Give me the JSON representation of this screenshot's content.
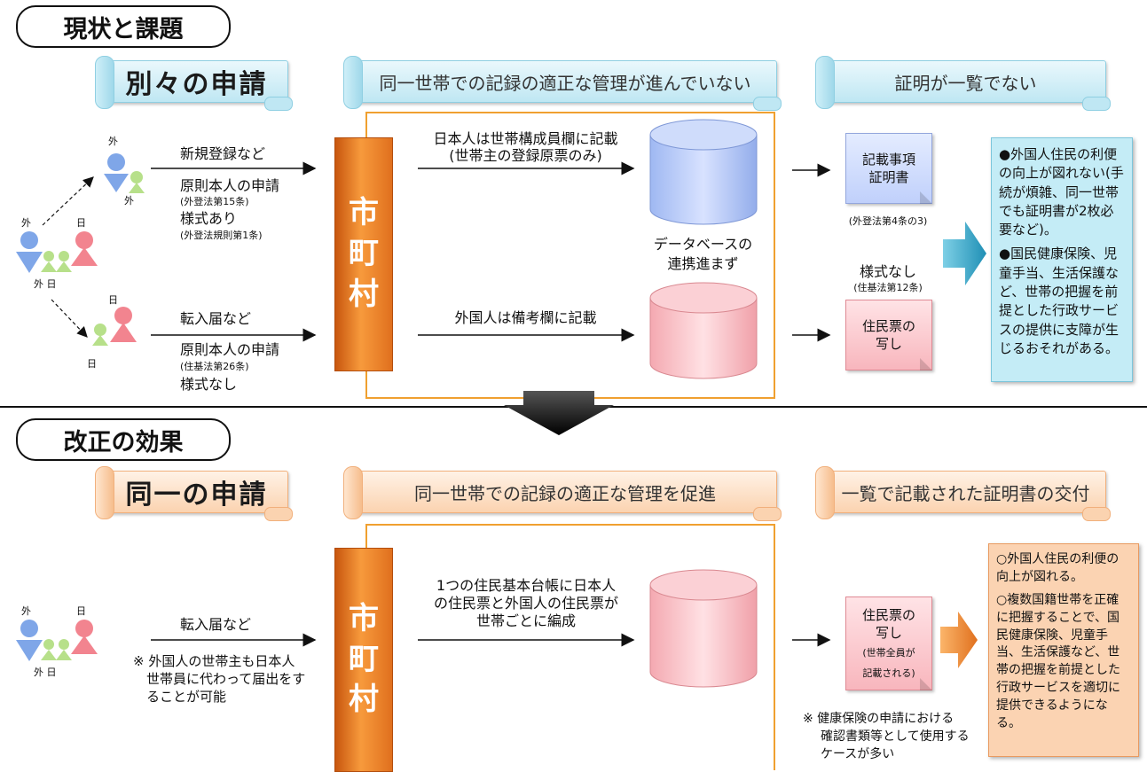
{
  "top": {
    "section_title": "現状と課題",
    "banner_left": "別々の申請",
    "banner_mid": "同一世帯での記録の適正な管理が進んでいない",
    "banner_right": "証明が一覧でない",
    "person_labels": {
      "gai": "外",
      "nichi": "日",
      "gai_nichi": "外 日"
    },
    "upper_flow": {
      "line1": "新規登録など",
      "line2": "原則本人の申請",
      "line3": "(外登法第15条)",
      "line4": "様式あり",
      "line5": "(外登法規則第1条)"
    },
    "lower_flow": {
      "line1": "転入届など",
      "line2": "原則本人の申請",
      "line3": "(住基法第26条)",
      "line4": "様式なし"
    },
    "pillar": [
      "市",
      "町",
      "村"
    ],
    "db_upper_note_1": "日本人は世帯構成員欄に記載",
    "db_upper_note_2": "(世帯主の登録原票のみ)",
    "db_middle_note_1": "データベースの",
    "db_middle_note_2": "連携進まず",
    "db_lower_note": "外国人は備考欄に記載",
    "doc_upper": [
      "記載事項",
      "証明書"
    ],
    "doc_upper_law": "(外登法第4条の3)",
    "doc_lower_head_1": "様式なし",
    "doc_lower_head_2": "(住基法第12条)",
    "doc_lower": [
      "住民票の",
      "写し"
    ],
    "panel": [
      "●外国人住民の利便の向上が図れない(手続が煩雑、同一世帯でも証明書が2枚必要など)。",
      "●国民健康保険、児童手当、生活保護など、世帯の把握を前提とした行政サービスの提供に支障が生じるおそれがある。"
    ]
  },
  "bottom": {
    "section_title": "改正の効果",
    "banner_left": "同一の申請",
    "banner_mid": "同一世帯での記録の適正な管理を促進",
    "banner_right": "一覧で記載された証明書の交付",
    "person_labels": {
      "gai": "外",
      "nichi": "日",
      "gai_nichi": "外 日"
    },
    "flow_1": "転入届など",
    "flow_2": "※ 外国人の世帯主も日本人",
    "flow_3": "世帯員に代わって届出をす",
    "flow_4": "ることが可能",
    "pillar": [
      "市",
      "町",
      "村"
    ],
    "db_note_1": "1つの住民基本台帳に日本人",
    "db_note_2": "の住民票と外国人の住民票が",
    "db_note_3": "世帯ごとに編成",
    "doc": [
      "住民票の",
      "写し"
    ],
    "doc_sub": [
      "(世帯全員が",
      "記載される)"
    ],
    "footnote_1": "※ 健康保険の申請における",
    "footnote_2": "確認書類等として使用する",
    "footnote_3": "ケースが多い",
    "panel": [
      "○外国人住民の利便の向上が図れる。",
      "○複数国籍世帯を正確に把握することで、国民健康保険、児童手当、生活保護など、世帯の把握を前提とした行政サービスを適切に提供できるようになる。"
    ]
  },
  "colors": {
    "blue_person": "#7fa6e8",
    "pink_person": "#f2848f",
    "green_person": "#b7e08a",
    "pillar_orange": "#f08a2a",
    "frame_orange": "#f0a030"
  }
}
